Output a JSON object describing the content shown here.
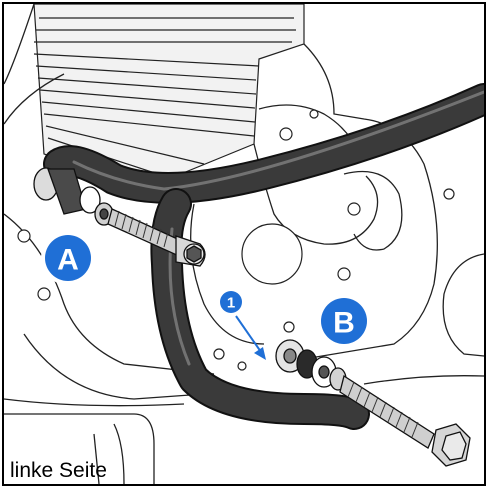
{
  "figure": {
    "caption": "linke Seite",
    "callouts": {
      "a": "A",
      "b": "B",
      "one": "1"
    },
    "callout_color": "#1f6fd6",
    "bar_color": "#3a3a3a"
  }
}
